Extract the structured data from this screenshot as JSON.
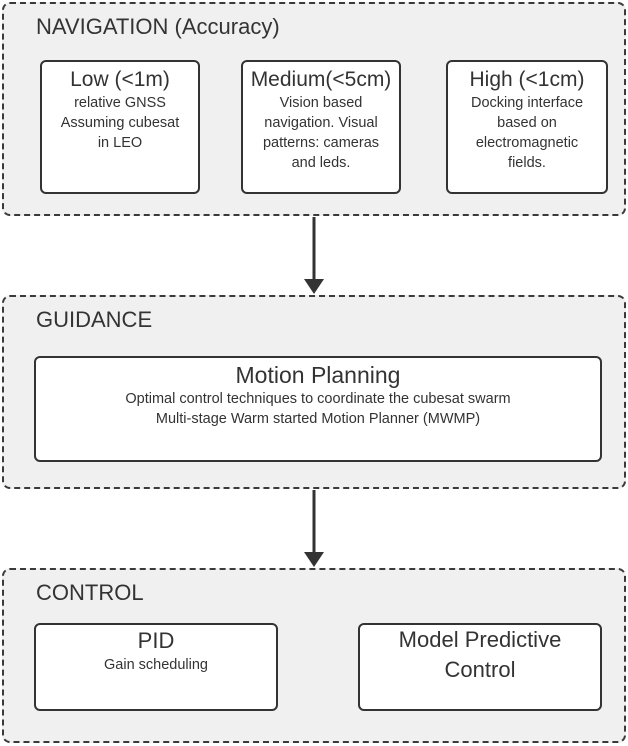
{
  "navigation": {
    "title": "NAVIGATION (Accuracy)",
    "boxes": [
      {
        "title": "Low (<1m)",
        "body": "relative GNSS\nAssuming cubesat\nin LEO"
      },
      {
        "title": "Medium(<5cm)",
        "body": "Vision based\nnavigation. Visual\npatterns: cameras\nand leds."
      },
      {
        "title": "High (<1cm)",
        "body": "Docking interface\nbased on\nelectromagnetic\nfields."
      }
    ]
  },
  "guidance": {
    "title": "GUIDANCE",
    "box": {
      "title": "Motion Planning",
      "body": "Optimal control techniques to coordinate the cubesat swarm\nMulti-stage Warm started Motion Planner (MWMP)"
    }
  },
  "control": {
    "title": "CONTROL",
    "boxes": [
      {
        "title": "PID",
        "body": "Gain scheduling"
      },
      {
        "title": "Model Predictive\nControl"
      }
    ]
  }
}
